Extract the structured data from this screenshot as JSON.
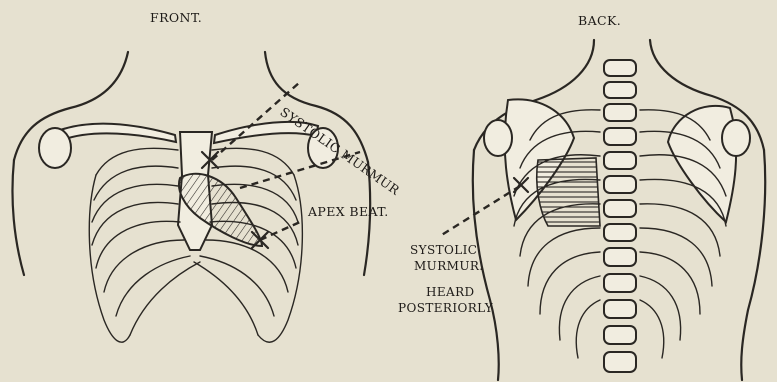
{
  "labels": {
    "front_title": "FRONT.",
    "back_title": "BACK.",
    "systolic_murmur_front": "SYSTOLIC MURMUR",
    "apex_beat": "APEX BEAT.",
    "back_note_line1": "SYSTOLIC",
    "back_note_line2": "MURMUR.",
    "back_note_line3": "HEARD",
    "back_note_line4": "POSTERIORLY"
  },
  "colors": {
    "paper": "#e6e1d0",
    "ink": "#2a2723"
  }
}
